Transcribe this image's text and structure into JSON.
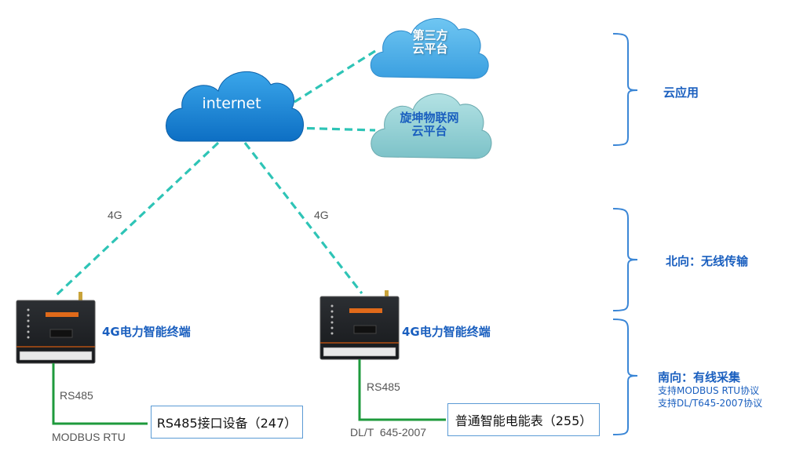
{
  "colors": {
    "link_dashed": "#2ec4b6",
    "wire_green": "#1e9a3c",
    "brace_blue": "#3a86d6",
    "label_blue": "#1a5fbf",
    "cloud_internet": "#1c87d6",
    "cloud_third_party": "#49b0e8",
    "cloud_xuankun": "#8ccfd3",
    "device_box_border": "#5b9bd5"
  },
  "clouds": {
    "internet": {
      "label": "internet",
      "icon": "cloud-icon"
    },
    "third_party": {
      "line1": "第三方",
      "line2": "云平台",
      "icon": "cloud-icon"
    },
    "xuankun": {
      "line1": "旋坤物联网",
      "line2": "云平台",
      "icon": "cloud-icon"
    }
  },
  "links": {
    "left_4g": "4G",
    "right_4g": "4G"
  },
  "terminals": [
    {
      "label": "4G电力智能终端",
      "icon": "gateway-device-icon"
    },
    {
      "label": "4G电力智能终端",
      "icon": "gateway-device-icon"
    }
  ],
  "southbound": [
    {
      "interface": "RS485",
      "protocol": "MODBUS RTU",
      "device": "RS485接口设备（247）"
    },
    {
      "interface": "RS485",
      "protocol": "DL/T  645-2007",
      "device": "普通智能电能表（255）"
    }
  ],
  "layers": {
    "cloud_app": {
      "title": "云应用"
    },
    "north": {
      "title": "北向：无线传输"
    },
    "south": {
      "title": "南向：有线采集",
      "notes": [
        "支持MODBUS RTU协议",
        "支持DL/T645-2007协议"
      ]
    }
  }
}
